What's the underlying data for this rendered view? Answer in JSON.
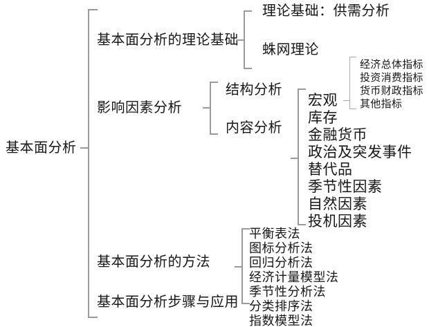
{
  "diagram": {
    "title": "基本面分析",
    "type": "mind-map",
    "root": {
      "label": "基本面分析"
    },
    "branches": [
      {
        "label": "基本面分析的理论基础",
        "children": [
          {
            "label": "理论基础：供需分析"
          },
          {
            "label": "蛛网理论"
          }
        ]
      },
      {
        "label": "影响因素分析",
        "children": [
          {
            "label": "结构分析"
          },
          {
            "label": "内容分析"
          }
        ]
      },
      {
        "label": "基本面分析的方法",
        "children": []
      },
      {
        "label": "基本面分析步骤与应用",
        "children": []
      }
    ],
    "factors": {
      "items": [
        "宏观",
        "库存",
        "金融货币",
        "政治及突发事件",
        "替代品",
        "季节性因素",
        "自然因素",
        "投机因素"
      ]
    },
    "macro_indicators": {
      "parent": "宏观",
      "items": [
        "经济总体指标",
        "投资消费指标",
        "货币财政指标",
        "其他指标"
      ]
    },
    "methods": {
      "items": [
        "平衡表法",
        "图标分析法",
        "回归分析法",
        "经济计量模型法",
        "季节性分析法",
        "分类排序法",
        "指数模型法"
      ]
    },
    "colors": {
      "background": "#ffffff",
      "text": "#171717",
      "bracket": "#9a9a9a"
    }
  }
}
